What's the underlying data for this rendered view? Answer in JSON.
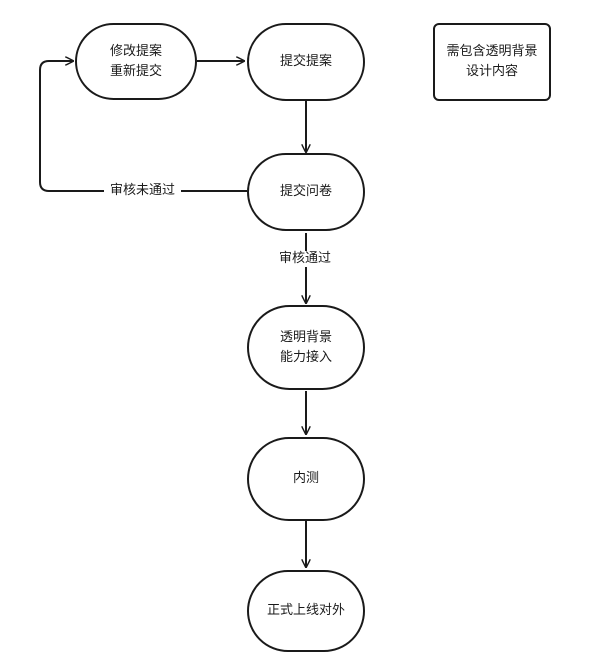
{
  "nodes": {
    "revise": "修改提案\n重新提交",
    "submit_proposal": "提交提案",
    "submit_questionnaire": "提交问卷",
    "transparent_access": "透明背景\n能力接入",
    "internal_test": "内测",
    "launch": "正式上线对外"
  },
  "note": "需包含透明背景\n设计内容",
  "edges": {
    "review_failed": "审核未通过",
    "review_passed": "审核通过"
  }
}
